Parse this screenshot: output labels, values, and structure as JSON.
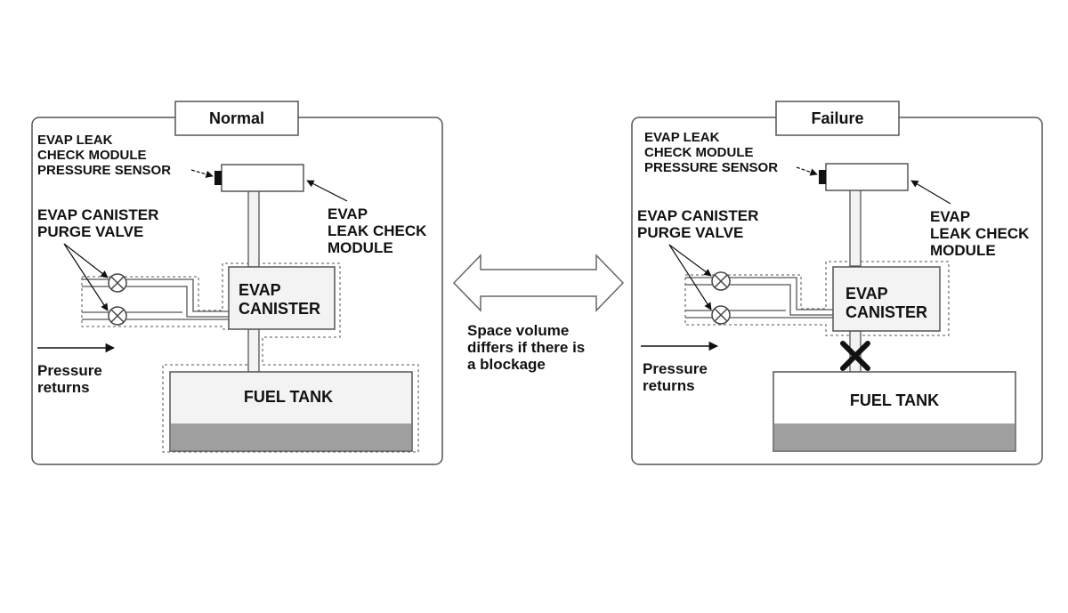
{
  "normal": {
    "title": "Normal",
    "sensor_label": [
      "EVAP LEAK",
      "CHECK MODULE",
      "PRESSURE SENSOR"
    ],
    "module_label": [
      "EVAP",
      "LEAK CHECK",
      "MODULE"
    ],
    "purge_label": [
      "EVAP CANISTER",
      "PURGE VALVE"
    ],
    "canister_label": [
      "EVAP",
      "CANISTER"
    ],
    "pressure_label": [
      "Pressure",
      "returns"
    ],
    "tank_label": "FUEL TANK"
  },
  "failure": {
    "title": "Failure",
    "sensor_label": [
      "EVAP LEAK",
      "CHECK MODULE",
      "PRESSURE SENSOR"
    ],
    "module_label": [
      "EVAP",
      "LEAK CHECK",
      "MODULE"
    ],
    "purge_label": [
      "EVAP CANISTER",
      "PURGE VALVE"
    ],
    "canister_label": [
      "EVAP",
      "CANISTER"
    ],
    "pressure_label": [
      "Pressure",
      "returns"
    ],
    "tank_label": "FUEL TANK"
  },
  "middle": {
    "caption": [
      "Space volume",
      "differs if there is",
      "a blockage"
    ]
  },
  "colors": {
    "outline": "#555555",
    "box_fill": "#f3f3f3",
    "fuel_fill": "#9f9f9f",
    "dotted": "#777777"
  }
}
